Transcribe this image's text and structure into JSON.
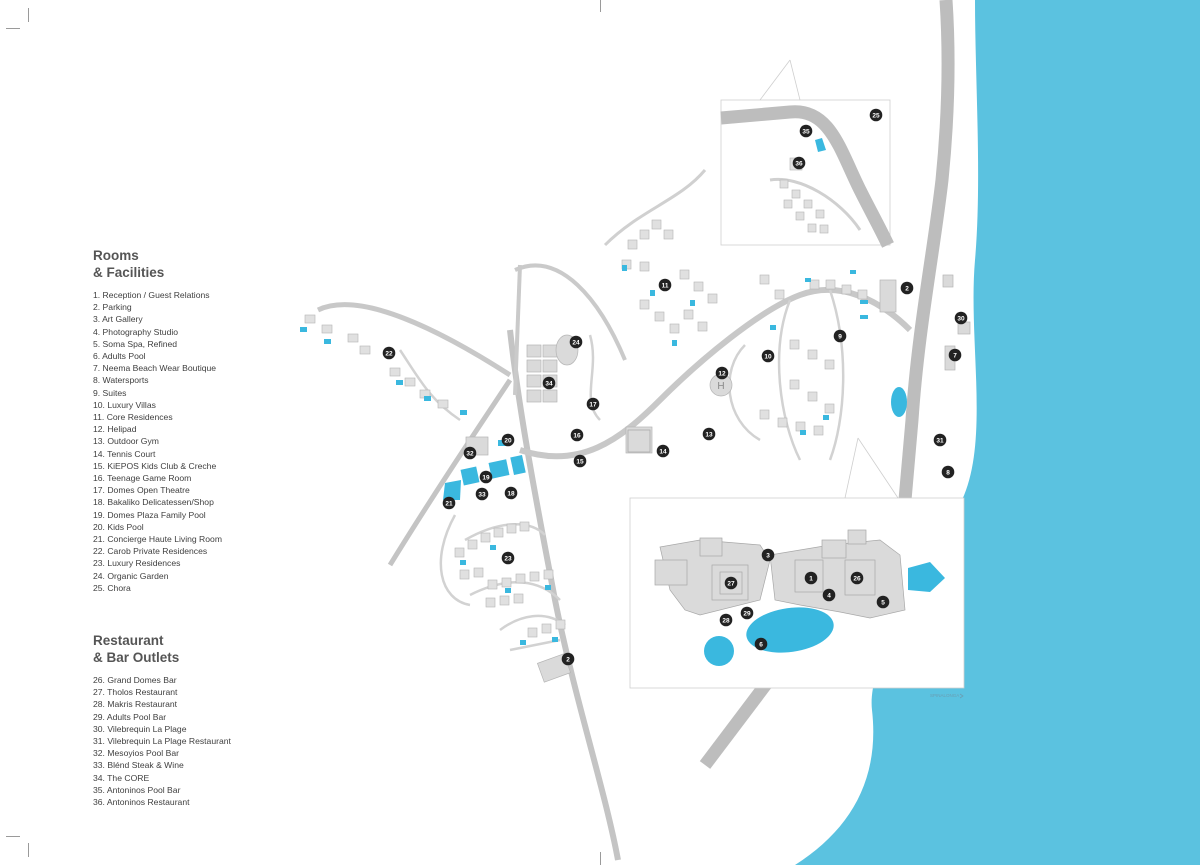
{
  "legend": {
    "rooms_title_line1": "Rooms",
    "rooms_title_line2": "& Facilities",
    "rooms": [
      "1. Reception / Guest Relations",
      "2. Parking",
      "3. Art Gallery",
      "4. Photography Studio",
      "5. Soma Spa, Refined",
      "6. Adults Pool",
      "7. Neema Beach Wear Boutique",
      "8. Watersports",
      "9. Suites",
      "10. Luxury Villas",
      "11. Core Residences",
      "12. Helipad",
      "13. Outdoor Gym",
      "14. Tennis Court",
      "15. KiEPOS Kids Club & Creche",
      "16. Teenage Game Room",
      "17. Domes Open Theatre",
      "18. Bakaliko Delicatessen/Shop",
      "19. Domes Plaza Family Pool",
      "20. Kids Pool",
      "21. Concierge Haute Living Room",
      "22. Carob Private Residences",
      "23. Luxury Residences",
      "24. Organic Garden",
      "25. Chora"
    ],
    "bars_title_line1": "Restaurant",
    "bars_title_line2": "& Bar Outlets",
    "bars": [
      "26. Grand Domes Bar",
      "27. Tholos Restaurant",
      "28. Makris Restaurant",
      "29. Adults Pool Bar",
      "30. Vilebrequin La Plage",
      "31. Vilebrequin La Plage Restaurant",
      "32. Mesoyios Pool Bar",
      "33. Blénd Steak & Wine",
      "34. The CORE",
      "35. Antoninos Pool Bar",
      "36. Antoninos Restaurant"
    ]
  },
  "map": {
    "colors": {
      "sea": "#5bc2e0",
      "road": "#bdbdbd",
      "path": "#d2d2d2",
      "building": "#d9d9d9",
      "pool": "#3ab8df",
      "marker": "#222222"
    },
    "inset_label": "SPINALONGA",
    "helipad_label": "H",
    "markers": [
      "1",
      "2",
      "3",
      "4",
      "5",
      "6",
      "7",
      "8",
      "9",
      "10",
      "11",
      "12",
      "13",
      "14",
      "15",
      "16",
      "17",
      "18",
      "19",
      "20",
      "21",
      "22",
      "23",
      "24",
      "25",
      "26",
      "27",
      "28",
      "29",
      "30",
      "31",
      "32",
      "33",
      "34",
      "35",
      "36"
    ]
  }
}
